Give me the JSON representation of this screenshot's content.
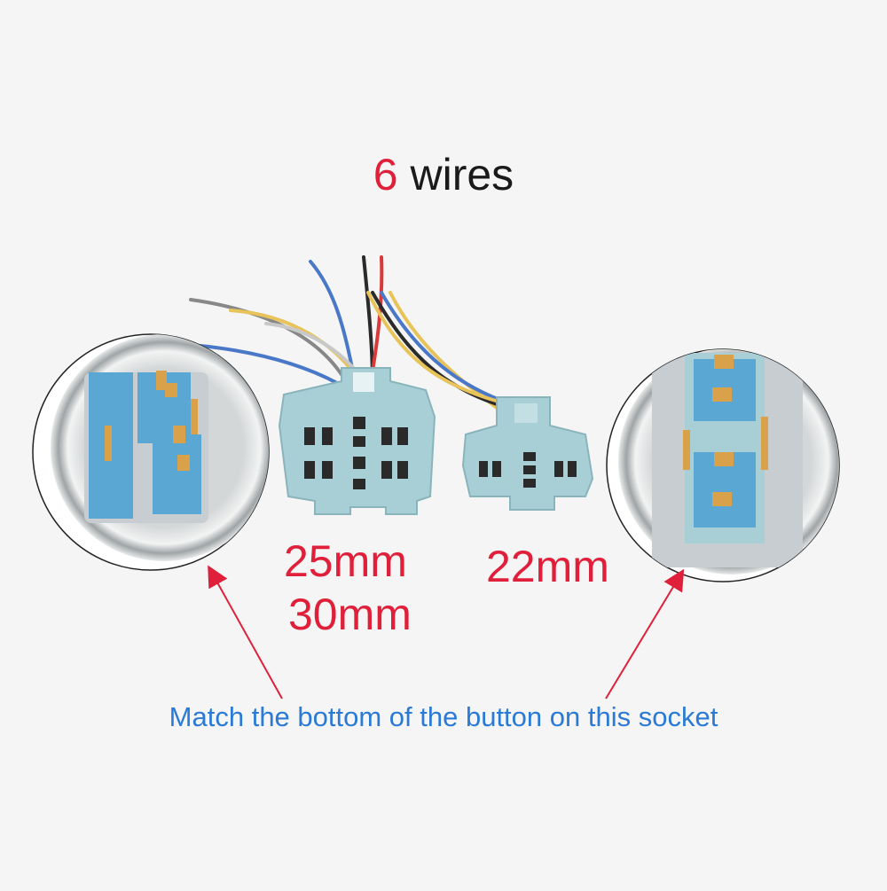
{
  "title": {
    "number": "6",
    "text": " wires"
  },
  "sizes": {
    "large_a": "25mm",
    "large_b": "30mm",
    "small": "22mm"
  },
  "caption": "Match the bottom of the button on this socket",
  "colors": {
    "title_number": "#e0203a",
    "title_text": "#1a1a1a",
    "size_labels": "#e0203a",
    "caption": "#2a7ad6",
    "arrows": "#e0203a",
    "socket": "#a9cfd6",
    "switch_block": "#5ba7d3",
    "terminal": "#d9a24a"
  },
  "wires": [
    "blue",
    "red",
    "yellow",
    "black",
    "white",
    "blue"
  ]
}
